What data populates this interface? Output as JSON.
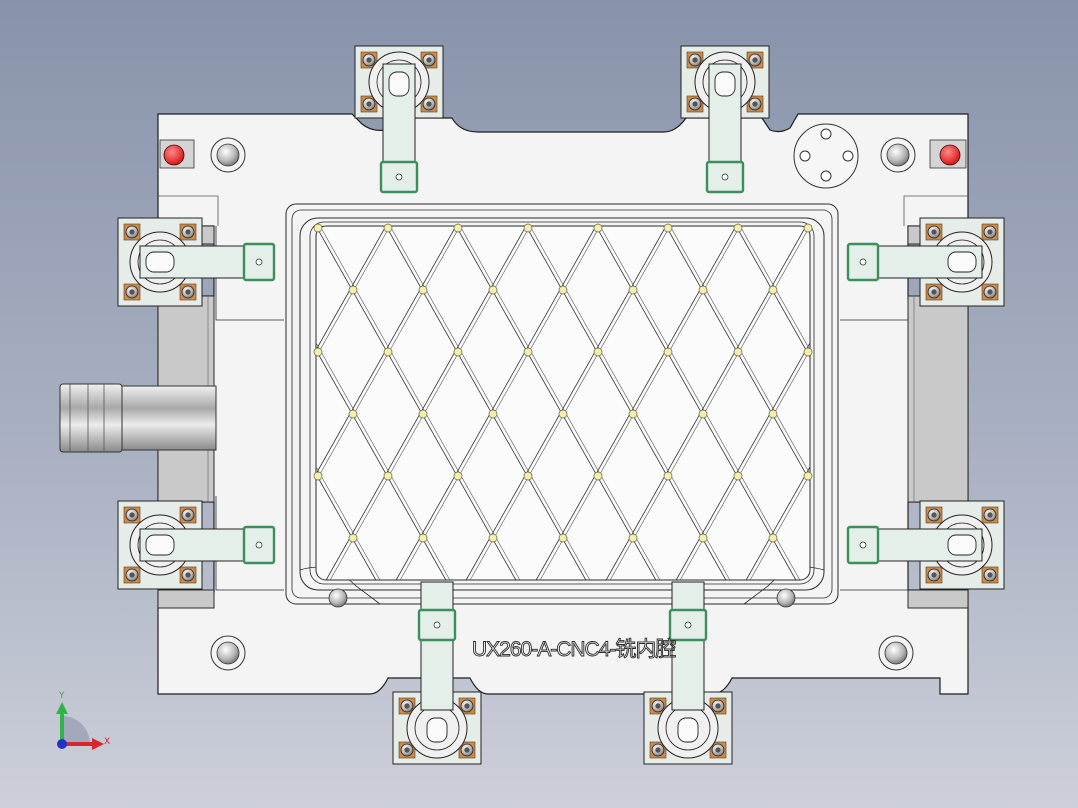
{
  "part_label": "UX260-A-CNC4-铣内腔",
  "axis_triad": {
    "x_label": "X",
    "y_label": "Y"
  },
  "colors": {
    "background_top": "#8893ab",
    "background_bottom": "#cdd0da",
    "base_plate": "#f4f4f4",
    "side_rail": "#c9c9c9",
    "clamp_arm": "#e4efe9",
    "clamp_tip": "#3b8f5a",
    "locating_pin": "#e82424",
    "grid_node": "#f3eeb4",
    "bolt_accent": "#c98a4b",
    "axis_x": "#d8262b",
    "axis_y": "#2eb54a",
    "axis_origin": "#2230c8"
  }
}
